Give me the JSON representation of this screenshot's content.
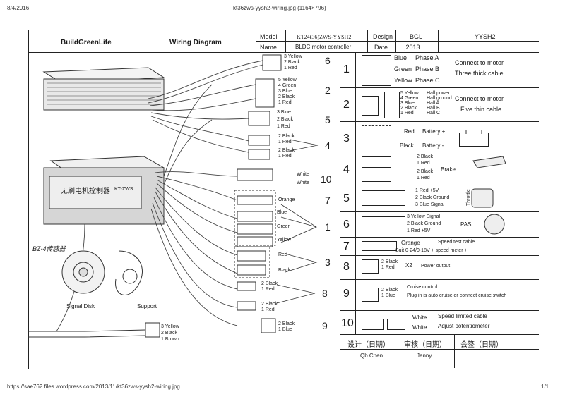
{
  "browser": {
    "date": "8/4/2016",
    "tab_title": "kt36zws-yysh2-wiring.jpg (1164×796)",
    "footer_url": "https://sae762.files.wordpress.com/2013/11/kt36zws-yysh2-wiring.jpg",
    "page_number": "1/1"
  },
  "title_block": {
    "company": "BuildGreenLife",
    "doc_type": "Wiring Diagram",
    "model_label": "Model",
    "model_value": "KT24(36)ZWS-YYSH2",
    "name_label": "Name",
    "name_value": "BLDC motor controller",
    "design_label": "Design",
    "design_value": "BGL",
    "code_value": "YYSH2",
    "date_label": "Date",
    "date_value": ",2013"
  },
  "controller": {
    "label_cn": "无刷电机控制器",
    "label_model": "KT-ZWS"
  },
  "sensor": {
    "name": "BZ-4传感器",
    "signal_disk": "Signal Disk",
    "support": "Support"
  },
  "left_connectors": [
    {
      "num": "6",
      "wires": [
        "3 Yellow",
        "2 Black",
        "1 Red"
      ]
    },
    {
      "num": "2",
      "wires": [
        "5 Yellow",
        "4 Green",
        "3 Blue",
        "2 Black",
        "1 Red"
      ]
    },
    {
      "num": "5",
      "wires": [
        "3 Blue",
        "2 Black",
        "1 Red"
      ]
    },
    {
      "num": "4",
      "wires_a": [
        "2 Black",
        "1 Red"
      ],
      "wires_b": [
        "2 Black",
        "1 Red"
      ]
    },
    {
      "num": "10",
      "wires": [
        "White",
        "White"
      ]
    },
    {
      "num": "7",
      "wires": [
        "Orange"
      ]
    },
    {
      "num": "1",
      "wires": [
        "Blue",
        "Green",
        "Yellow"
      ]
    },
    {
      "num": "3",
      "wires": [
        "Red",
        "Black"
      ]
    },
    {
      "num": "8",
      "wires_a": [
        "2 Black",
        "1 Red"
      ],
      "wires_b": [
        "2 Black",
        "1 Red"
      ]
    },
    {
      "num": "9",
      "wires": [
        "2 Black",
        "1 Blue"
      ]
    }
  ],
  "sensor_plug_wires": [
    "3 Yellow",
    "2 Black",
    "1 Brown"
  ],
  "legend": [
    {
      "num": "1",
      "wires": [
        "Blue",
        "Green",
        "Yellow"
      ],
      "pins": [
        "Phase A",
        "Phase B",
        "Phase C"
      ],
      "desc": [
        "Connect to motor",
        "Three thick cable"
      ]
    },
    {
      "num": "2",
      "wires": [
        "5 Yellow",
        "4 Green",
        "3 Blue",
        "2 Black",
        "1 Red"
      ],
      "pins": [
        "Hall power",
        "Hall ground",
        "Hall A",
        "Hall B",
        "Hall C"
      ],
      "desc": [
        "Connect to  motor",
        "Five thin cable"
      ]
    },
    {
      "num": "3",
      "wires": [
        "Red",
        "Black"
      ],
      "pins": [
        "Battery +",
        "Battery -"
      ],
      "desc": []
    },
    {
      "num": "4",
      "wires": [
        "2 Black",
        "1 Red",
        "2 Black",
        "1 Red"
      ],
      "pins": [],
      "desc": [
        "Brake"
      ]
    },
    {
      "num": "5",
      "wires": [
        "1 Red  +5V",
        "2 Black  Ground",
        "3 Blue    Signal"
      ],
      "pins": [],
      "desc": [
        "Throttle"
      ]
    },
    {
      "num": "6",
      "wires": [
        "3 Yellow  Signal",
        "2 Black   Ground",
        "1 Red      +5V"
      ],
      "pins": [],
      "desc": [
        "PAS"
      ]
    },
    {
      "num": "7",
      "wires": [
        "Orange"
      ],
      "pins": [],
      "desc": [
        "Speed test cable",
        "Suit 0-24/0-18V + speed meter +"
      ]
    },
    {
      "num": "8",
      "wires": [
        "2 Black",
        "1 Red"
      ],
      "pins": [
        "X2"
      ],
      "desc": [
        "Power output"
      ]
    },
    {
      "num": "9",
      "wires": [
        "2 Black",
        "1 Blue"
      ],
      "pins": [],
      "desc": [
        "Cruise control",
        "Plug in is auto cruise or connect cruise switch"
      ]
    },
    {
      "num": "10",
      "wires": [
        "White",
        "White"
      ],
      "pins": [],
      "desc": [
        "Speed limited cable",
        "Adjust potentiometer"
      ]
    }
  ],
  "signoff": {
    "design_label": "设计（日期）",
    "review_label": "审核（日期）",
    "sign_label": "会签（日期）",
    "designer": "Qb Chen",
    "reviewer": "Jenny"
  }
}
